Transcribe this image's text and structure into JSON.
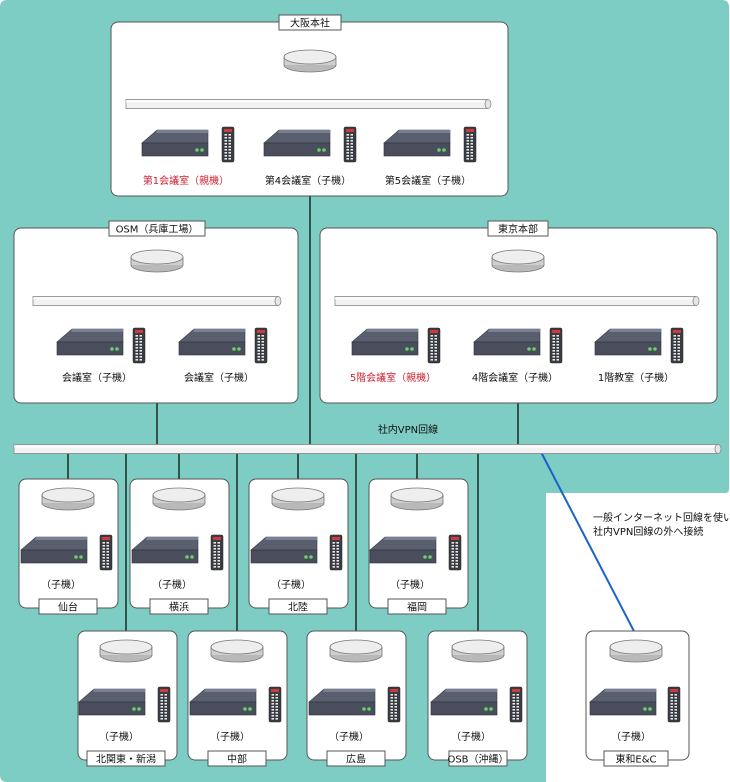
{
  "colors": {
    "background_region": "#7ecdc4",
    "box_fill": "#ffffff",
    "box_stroke": "#555555",
    "line": "#000000",
    "external_link": "#1a63c8",
    "highlight_text": "#cc2233",
    "pipe_fill": "#f2f2f2"
  },
  "osaka": {
    "title": "大阪本社",
    "devices": [
      {
        "label": "第1会議室（親機）",
        "highlight": true
      },
      {
        "label": "第4会議室（子機）",
        "highlight": false
      },
      {
        "label": "第5会議室（子機）",
        "highlight": false
      }
    ]
  },
  "osm": {
    "title": "OSM（兵庫工場）",
    "devices": [
      {
        "label": "会議室（子機）",
        "highlight": false
      },
      {
        "label": "会議室（子機）",
        "highlight": false
      }
    ]
  },
  "tokyo": {
    "title": "東京本部",
    "devices": [
      {
        "label": "5階会議室（親機）",
        "highlight": true
      },
      {
        "label": "4階会議室（子機）",
        "highlight": false
      },
      {
        "label": "1階教室（子機）",
        "highlight": false
      }
    ]
  },
  "vpn": {
    "label": "社内VPN回線"
  },
  "branches_row1": [
    {
      "name": "仙台",
      "device_label": "（子機）"
    },
    {
      "name": "横浜",
      "device_label": "（子機）"
    },
    {
      "name": "北陸",
      "device_label": "（子機）"
    },
    {
      "name": "福岡",
      "device_label": "（子機）"
    }
  ],
  "branches_row2": [
    {
      "name": "北関東・新潟",
      "device_label": "（子機）"
    },
    {
      "name": "中部",
      "device_label": "（子機）"
    },
    {
      "name": "広島",
      "device_label": "（子機）"
    },
    {
      "name": "OSB（沖縄）",
      "device_label": "（子機）"
    }
  ],
  "external": {
    "name": "東和E&C",
    "device_label": "（子機）",
    "note_lines": [
      "一般インターネット回線を使い",
      "社内VPN回線の外へ接続"
    ]
  }
}
